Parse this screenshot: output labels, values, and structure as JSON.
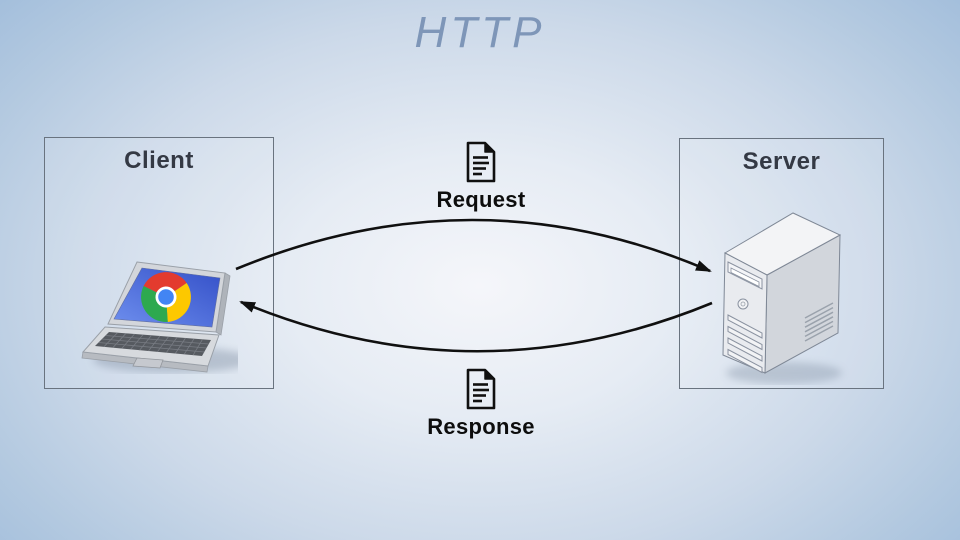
{
  "title": "HTTP",
  "nodes": {
    "client": {
      "label": "Client",
      "icon": "chrome-laptop-icon"
    },
    "server": {
      "label": "Server",
      "icon": "server-tower-icon"
    }
  },
  "messages": {
    "request": {
      "label": "Request",
      "icon": "document-icon",
      "from": "Client",
      "to": "Server"
    },
    "response": {
      "label": "Response",
      "icon": "document-icon",
      "from": "Server",
      "to": "Client"
    }
  },
  "colors": {
    "title_text": "#7e96b8",
    "node_label": "#343944",
    "message_label": "#0d0d0d",
    "arrow": "#101010",
    "box_border": "#69737f",
    "background_center": "#f4f5f9",
    "background_edge": "#a4bfdc",
    "screen_blue": "#3a57d0",
    "chrome_red": "#e33b2e",
    "chrome_yellow": "#fdc800",
    "chrome_green": "#2da94f",
    "chrome_blue": "#4285f4"
  }
}
